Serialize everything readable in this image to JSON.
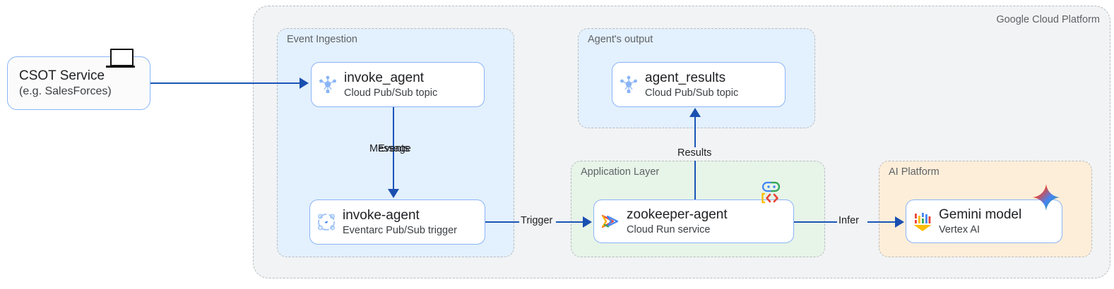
{
  "diagram": {
    "title": "Google Cloud Platform",
    "platform_label": "Google Cloud Platform"
  },
  "groups": [
    {
      "id": "event-ingestion",
      "label": "Event Ingestion",
      "color": "#e3f0fd"
    },
    {
      "id": "agents-output",
      "label": "Agent's output",
      "color": "#e3f0fd"
    },
    {
      "id": "application-layer",
      "label": "Application Layer",
      "color": "#e7f4e8"
    },
    {
      "id": "ai-platform",
      "label": "AI Platform",
      "color": "#fdeed9"
    }
  ],
  "nodes": {
    "csot": {
      "title": "CSOT Service",
      "subtitle": "(e.g. SalesForces)",
      "icon": "monitor-icon"
    },
    "invoke_agent_topic": {
      "title": "invoke_agent",
      "subtitle": "Cloud Pub/Sub topic",
      "icon": "pubsub-icon"
    },
    "invoke_agent_trigger": {
      "title": "invoke-agent",
      "subtitle": "Eventarc Pub/Sub trigger",
      "icon": "eventarc-icon"
    },
    "agent_results_topic": {
      "title": "agent_results",
      "subtitle": "Cloud Pub/Sub topic",
      "icon": "pubsub-icon"
    },
    "zookeeper_agent": {
      "title": "zookeeper-agent",
      "subtitle": "Cloud Run service",
      "icon": "cloud-run-icon",
      "badge": "adk-robot-icon"
    },
    "gemini_model": {
      "title": "Gemini model",
      "subtitle": "Vertex AI",
      "icon": "vertex-ai-icon",
      "badge": "gemini-sparkle-icon"
    }
  },
  "edges": {
    "csot_to_topic": "",
    "topic_to_trigger_a": "Message",
    "topic_to_trigger_b": "Events",
    "trigger_to_zookeeper": "Trigger",
    "zookeeper_to_results": "Results",
    "zookeeper_to_gemini": "Infer"
  },
  "colors": {
    "edge": "#1a54b8",
    "node_border": "#8ab4f8",
    "group_border": "#b9bcc0",
    "container_bg": "#f1f3f4",
    "blue_group": "#e3f0fd",
    "green_group": "#e7f4e8",
    "orange_group": "#fdeed9",
    "google_blue": "#4285f4",
    "google_red": "#ea4335",
    "google_yellow": "#fbbc04",
    "google_green": "#34a853"
  }
}
